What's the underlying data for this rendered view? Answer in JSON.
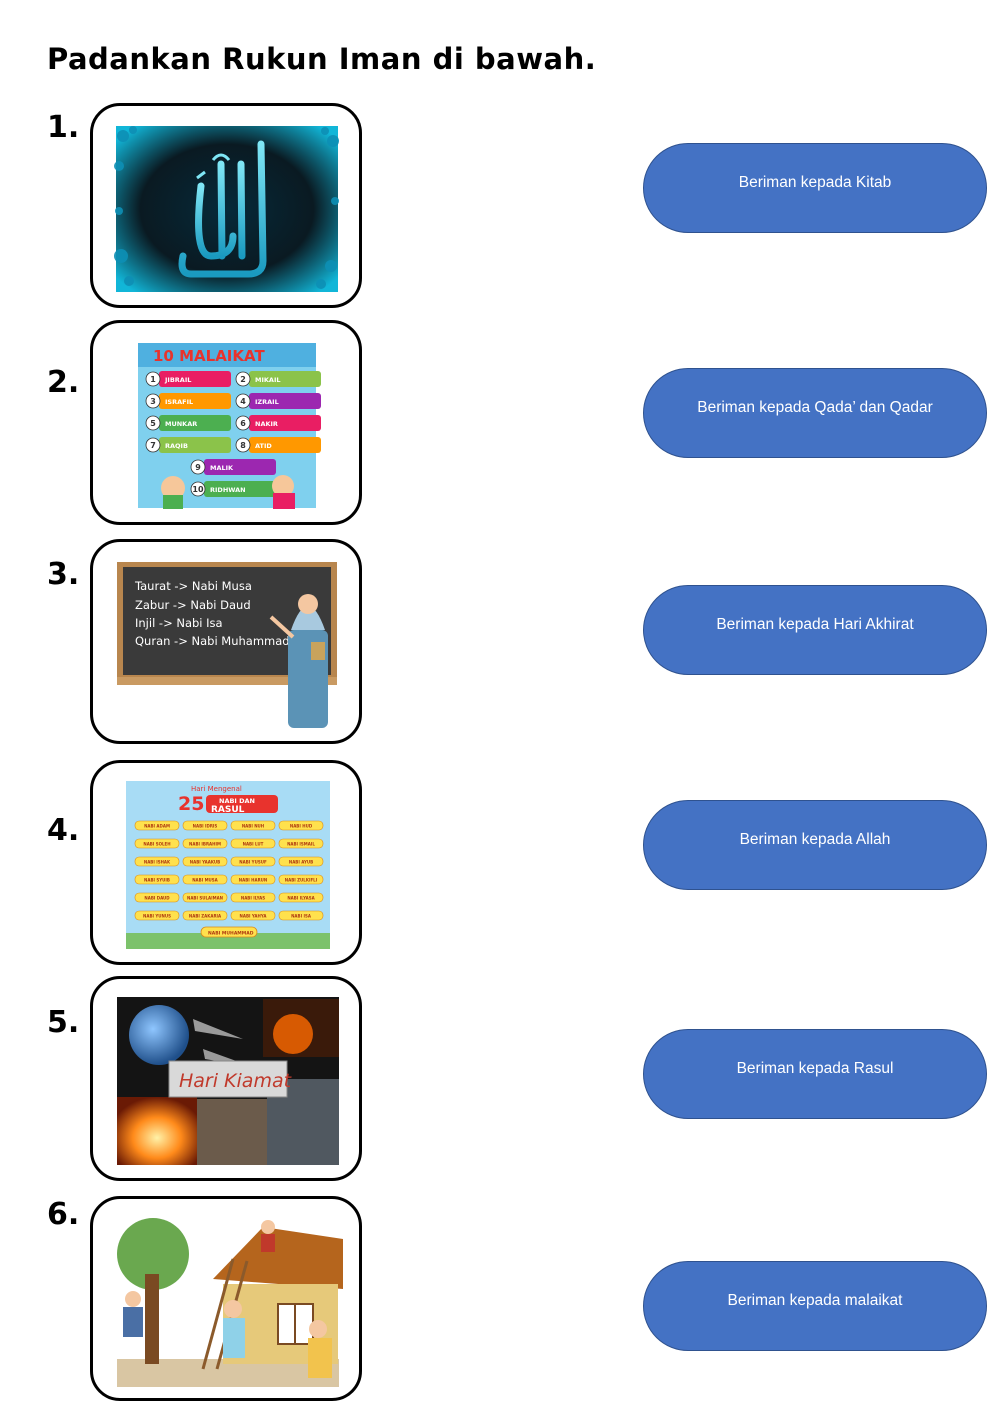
{
  "title": "Padankan Rukun Iman di bawah.",
  "numbers": [
    "1.",
    "2.",
    "3.",
    "4.",
    "5.",
    "6."
  ],
  "images": {
    "card2": {
      "header": "10 MALAIKAT",
      "angels": [
        "JIBRAIL",
        "MIKAIL",
        "ISRAFIL",
        "IZRAIL",
        "MUNKAR",
        "NAKIR",
        "RAQIB",
        "ATID",
        "MALIK",
        "RIDHWAN"
      ],
      "angel_numbers": [
        "1",
        "2",
        "3",
        "4",
        "5",
        "6",
        "7",
        "8",
        "9",
        "10"
      ]
    },
    "card3": {
      "lines": [
        "Taurat -> Nabi Musa",
        "Zabur -> Nabi Daud",
        "Injil -> Nabi Isa",
        "Quran -> Nabi Muhammad"
      ]
    },
    "card4": {
      "header_small": "Hari Mengenal",
      "header_num": "25",
      "header_top": "NABI DAN",
      "header_bottom": "RASUL",
      "prophets": [
        "NABI ADAM",
        "NABI IDRIS",
        "NABI NUH",
        "NABI HUD",
        "NABI SOLEH",
        "NABI IBRAHIM",
        "NABI LUT",
        "NABI ISMAIL",
        "NABI ISHAK",
        "NABI YAAKUB",
        "NABI YUSUF",
        "NABI AYUB",
        "NABI SYUIB",
        "NABI MUSA",
        "NABI HARUN",
        "NABI ZULKIFLI",
        "NABI DAUD",
        "NABI SULAIMAN",
        "NABI ILYAS",
        "NABI ILYASA",
        "NABI YUNUS",
        "NABI ZAKARIA",
        "NABI YAHYA",
        "NABI ISA"
      ],
      "last": "NABI MUHAMMAD"
    },
    "card5": {
      "caption": "Hari Kiamat"
    }
  },
  "options": [
    {
      "label": "Beriman kepada Kitab"
    },
    {
      "label": "Beriman kepada Qada’ dan Qadar"
    },
    {
      "label": "Beriman kepada Hari Akhirat"
    },
    {
      "label": "Beriman kepada Allah"
    },
    {
      "label": "Beriman kepada Rasul"
    },
    {
      "label": "Beriman kepada malaikat"
    }
  ],
  "colors": {
    "option_fill": "#4472c4",
    "option_border": "#2f528f",
    "option_text": "#ffffff",
    "chalkboard": "#3a3a3a",
    "chalk_frame": "#b8864e"
  }
}
